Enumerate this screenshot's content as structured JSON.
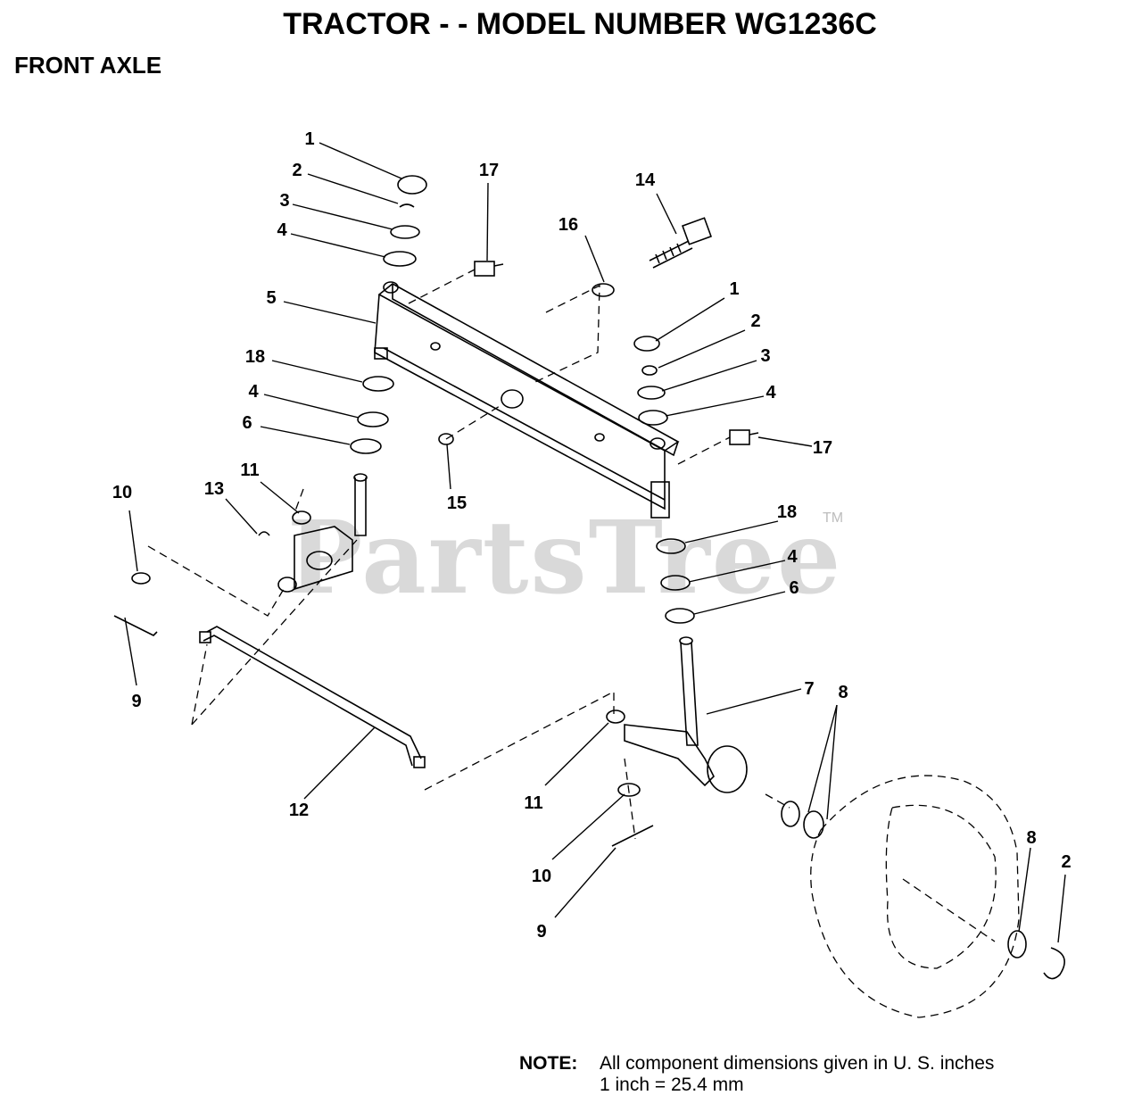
{
  "header": {
    "title": "TRACTOR - - MODEL NUMBER WG1236C",
    "section": "FRONT AXLE"
  },
  "watermark": {
    "text": "PartsTree",
    "trademark": "TM"
  },
  "note": {
    "label": "NOTE:",
    "line1": "All component dimensions given in U. S. inches",
    "line2": "1 inch = 25.4 mm"
  },
  "callouts": [
    "1",
    "2",
    "3",
    "4",
    "5",
    "18",
    "4",
    "6",
    "17",
    "16",
    "14",
    "1",
    "2",
    "3",
    "4",
    "17",
    "15",
    "11",
    "13",
    "10",
    "9",
    "18",
    "4",
    "6",
    "7",
    "8",
    "11",
    "12",
    "10",
    "9",
    "8",
    "2"
  ]
}
